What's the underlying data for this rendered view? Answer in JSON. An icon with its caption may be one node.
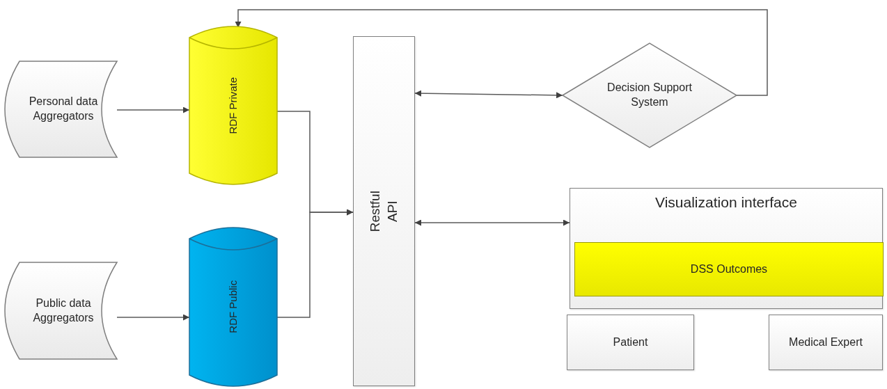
{
  "diagram": {
    "nodes": [
      {
        "text": [
          "Personal data Aggregators"
        ]
      },
      {
        "text": [
          "RDF Private"
        ]
      },
      {
        "text": [
          "Public data Aggregators"
        ]
      },
      {
        "text": [
          "RDF Public"
        ]
      },
      {
        "text": [
          "Restful API"
        ]
      },
      {
        "text": [
          "Decision Support System"
        ]
      },
      {
        "text": [
          "Visualization interface"
        ]
      },
      {
        "text": [
          "DSS Outcomes"
        ],
        "in": 6
      },
      {
        "text": [
          "Patient"
        ]
      },
      {
        "text": [
          "Medical Expert"
        ]
      }
    ],
    "edges": [
      {
        "from": 0,
        "to": 1,
        "arrow": "to"
      },
      {
        "from": 2,
        "to": 3,
        "arrow": "to"
      },
      {
        "from": 1,
        "to": 4,
        "arrow": "to"
      },
      {
        "from": 3,
        "to": 4,
        "arrow": "to"
      },
      {
        "from": 4,
        "to": 5,
        "arrow": "both"
      },
      {
        "from": 5,
        "to": 1,
        "arrow": "to"
      },
      {
        "from": 4,
        "to": 6,
        "arrow": "both"
      }
    ]
  }
}
